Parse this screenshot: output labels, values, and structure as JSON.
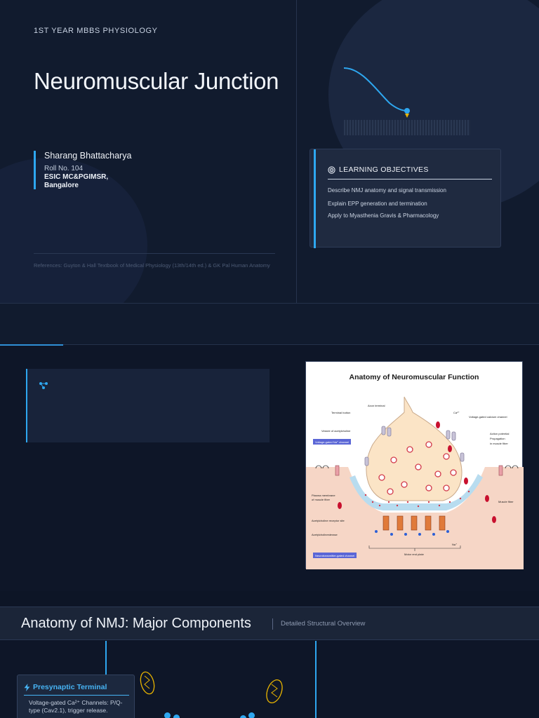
{
  "slide1": {
    "kicker": "1ST YEAR MBBS PHYSIOLOGY",
    "title": "Neuromuscular Junction",
    "author_name": "Sharang Bhattacharya",
    "roll": "Roll No. 104",
    "institution_line1": "ESIC MC&PGIMSR,",
    "institution_line2": "Bangalore",
    "references": "References: Guyton & Hall Textbook of Medical Physiology (13th/14th ed.) & GK Pal Human Anatomy",
    "objectives": {
      "heading": "LEARNING OBJECTIVES",
      "icon": "target-icon",
      "items": [
        "Describe NMJ anatomy and signal transmission",
        "Explain EPP generation and termination",
        "Apply to Myasthenia Gravis & Pharmacology"
      ]
    }
  },
  "slide2": {
    "card_icon": "network-icon",
    "figure": {
      "title": "Anatomy of Neuromuscular Function",
      "labels": {
        "axon_terminal": "Axon terminal",
        "terminal_button": "Terminal button",
        "ca": "Ca²⁺",
        "vg_calcium": "Voltage-gated calcium channel",
        "vesicle": "Vesicle of acetylcholine",
        "vg_na": "Voltage-gated Na⁺ channel",
        "action_potential": "Action potential",
        "propagation": "Propagation",
        "in_muscle": "in muscle fiber",
        "plasma_membrane": "Plasma membrane",
        "of_muscle": "of muscle fiber",
        "muscle_fiber": "Muscle fiber",
        "ach_receptor": "Acetylcholine receptor site",
        "ache": "Acetylcholinesterase",
        "na": "Na⁺",
        "nt_gated": "Neurotransmitter-gated channel",
        "motor_end_plate": "Motor end plate"
      }
    }
  },
  "slide3": {
    "title": "Anatomy of NMJ: Major Components",
    "subtitle": "Detailed Structural Overview",
    "presynaptic": {
      "icon": "lightning-icon",
      "title": "Presynaptic Terminal",
      "text": "Voltage-gated Ca²⁺ Channels: P/Q-type (Cav2.1), trigger release."
    }
  },
  "colors": {
    "accent": "#2ea7f0",
    "background": "#0d1526",
    "card": "#1f2a40"
  }
}
